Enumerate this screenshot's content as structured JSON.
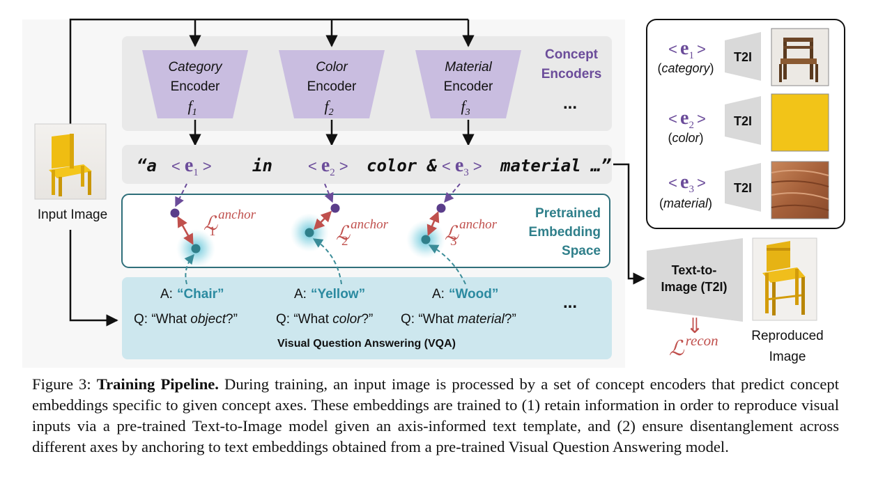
{
  "figure": {
    "input_image_label": "Input Image",
    "concept_encoders_title": [
      "Concept",
      "Encoders"
    ],
    "encoders": [
      {
        "name": "Category",
        "word": "Encoder",
        "symbol": "f",
        "sub": "1"
      },
      {
        "name": "Color",
        "word": "Encoder",
        "symbol": "f",
        "sub": "2"
      },
      {
        "name": "Material",
        "word": "Encoder",
        "symbol": "f",
        "sub": "3"
      }
    ],
    "ellipsis": "...",
    "template": {
      "open_quote": "“a",
      "e_tokens": [
        {
          "open": "<",
          "e": "e",
          "sub": "1",
          "close": ">"
        },
        {
          "open": "<",
          "e": "e",
          "sub": "2",
          "close": ">"
        },
        {
          "open": "<",
          "e": "e",
          "sub": "3",
          "close": ">"
        }
      ],
      "in_word": "in",
      "color_word": "color &",
      "material_word": "material …”"
    },
    "embedding_space_title": [
      "Pretrained",
      "Embedding",
      "Space"
    ],
    "anchor_losses": [
      {
        "symbol": "ℒ",
        "sub": "1",
        "sup": "anchor"
      },
      {
        "symbol": "ℒ",
        "sub": "2",
        "sup": "anchor"
      },
      {
        "symbol": "ℒ",
        "sub": "3",
        "sup": "anchor"
      }
    ],
    "vqa": {
      "answers": [
        {
          "prefix": "A:",
          "value": "“Chair”"
        },
        {
          "prefix": "A:",
          "value": "“Yellow”"
        },
        {
          "prefix": "A:",
          "value": "“Wood”"
        }
      ],
      "questions": [
        {
          "pre": "Q: “What ",
          "em": "object",
          "post": "?”"
        },
        {
          "pre": "Q: “What ",
          "em": "color",
          "post": "?”"
        },
        {
          "pre": "Q: “What ",
          "em": "material",
          "post": "?”"
        }
      ],
      "title": "Visual Question Answering (VQA)"
    },
    "t2i_panel": {
      "rows": [
        {
          "open": "<",
          "e": "e",
          "sub": "1",
          "close": ">",
          "axis": "category",
          "label": "T2I"
        },
        {
          "open": "<",
          "e": "e",
          "sub": "2",
          "close": ">",
          "axis": "color",
          "label": "T2I"
        },
        {
          "open": "<",
          "e": "e",
          "sub": "3",
          "close": ">",
          "axis": "material",
          "label": "T2I"
        }
      ]
    },
    "t2i_main": [
      "Text-to-",
      "Image (T2I)"
    ],
    "double_arrow": "⇓",
    "recon_loss": {
      "symbol": "ℒ",
      "sup": "recon"
    },
    "reproduced_label": [
      "Reproduced",
      "Image"
    ],
    "colors": {
      "purple": "#6b4c9a",
      "encoder_fill": "#c9bde0",
      "teal": "#2f7f8a",
      "teal_text": "#2b8aa0",
      "red": "#c0504d",
      "gray_panel": "#eeeeee",
      "vqa_fill": "#cde7ee",
      "yellow": "#f2c418"
    }
  },
  "caption": {
    "label": "Figure 3:",
    "title": "Training Pipeline.",
    "body": "During training, an input image is processed by a set of concept encoders that predict concept embeddings specific to given concept axes. These embeddings are trained to (1) retain information in order to reproduce visual inputs via a pre-trained Text-to-Image model given an axis-informed text template, and (2) ensure disentanglement across different axes by anchoring to text embeddings obtained from a pre-trained Visual Question Answering model."
  }
}
